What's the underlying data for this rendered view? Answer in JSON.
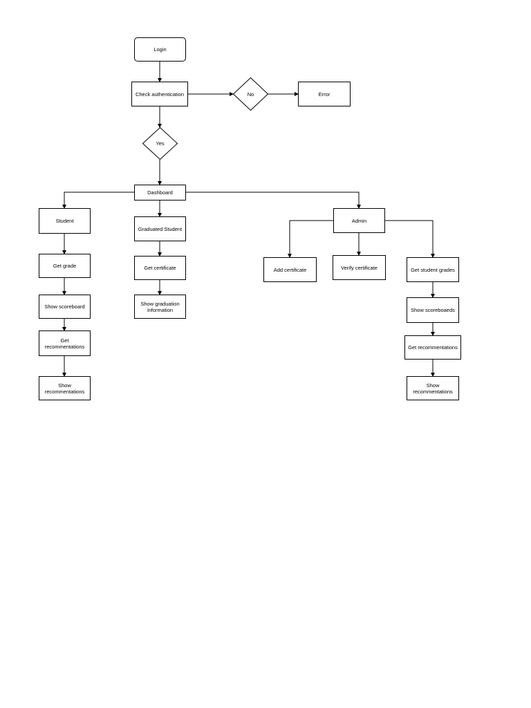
{
  "flowchart": {
    "login": "Login",
    "check_auth": "Check authentication",
    "no": "No",
    "error": "Error",
    "yes": "Yes",
    "dashboard": "Dashboard",
    "student": {
      "title": "Student",
      "get_grade": "Get grade",
      "show_scoreboard": "Show scoreboard",
      "get_recommendations": "Get recommentations",
      "show_recommendations": "Show recommentations"
    },
    "graduated": {
      "title": "Graduated Student",
      "get_certificate": "Get certificate",
      "show_graduation": "Show graduation information"
    },
    "admin": {
      "title": "Admin",
      "add_certificate": "Add certificate",
      "verify_certificate": "Verify certificate",
      "get_student_grades": "Get student grades",
      "show_scoreboards": "Show scoreboaeds",
      "get_recommendations": "Get recommentations",
      "show_recommendations": "Show recommentations"
    }
  }
}
